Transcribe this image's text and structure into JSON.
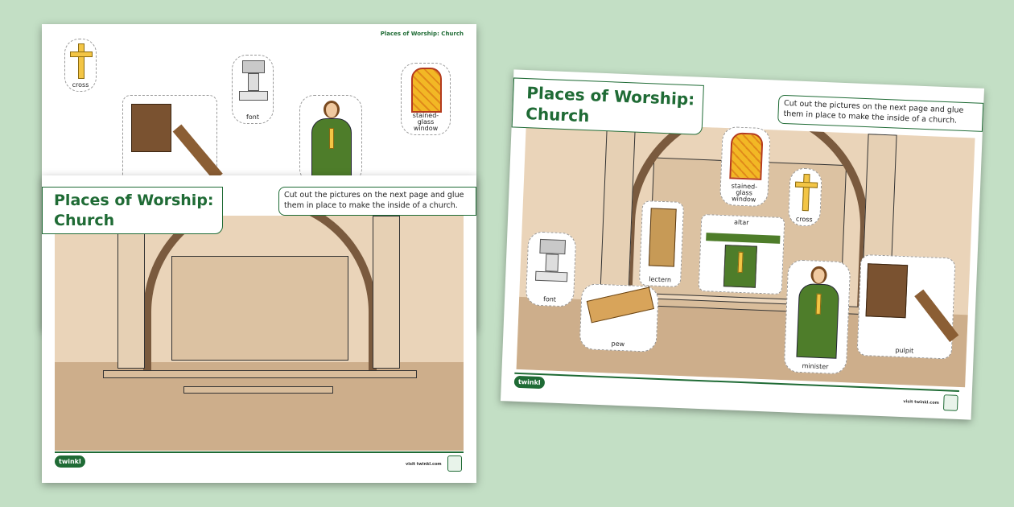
{
  "back_page": {
    "header": "Places of Worship: Church",
    "items": [
      "cross",
      "font",
      "stained-glass window",
      "pulpit",
      "minister"
    ]
  },
  "front_page": {
    "title_line1": "Places of Worship:",
    "title_line2": "Church",
    "instructions": "Cut out the pictures on the next page and glue them in place to make the inside of a church.",
    "logo": "twinkl",
    "website": "visit twinkl.com"
  },
  "right_page": {
    "title_line1": "Places of Worship:",
    "title_line2": "Church",
    "instructions": "Cut out the pictures on the next page and glue them in place to make the inside of a church.",
    "labels": {
      "stained_glass_line1": "stained-glass",
      "stained_glass_line2": "window",
      "cross": "cross",
      "altar": "altar",
      "lectern": "lectern",
      "font": "font",
      "pew": "pew",
      "minister": "minister",
      "pulpit": "pulpit"
    },
    "logo": "twinkl",
    "website": "visit twinkl.com"
  },
  "back_labels": {
    "cross": "cross",
    "font": "font",
    "sg1": "stained-glass",
    "sg2": "window"
  },
  "colors": {
    "background": "#c3dfc5",
    "brand_green": "#1f6b35",
    "wall": "#ead4b9",
    "floor": "#cdae8b"
  }
}
